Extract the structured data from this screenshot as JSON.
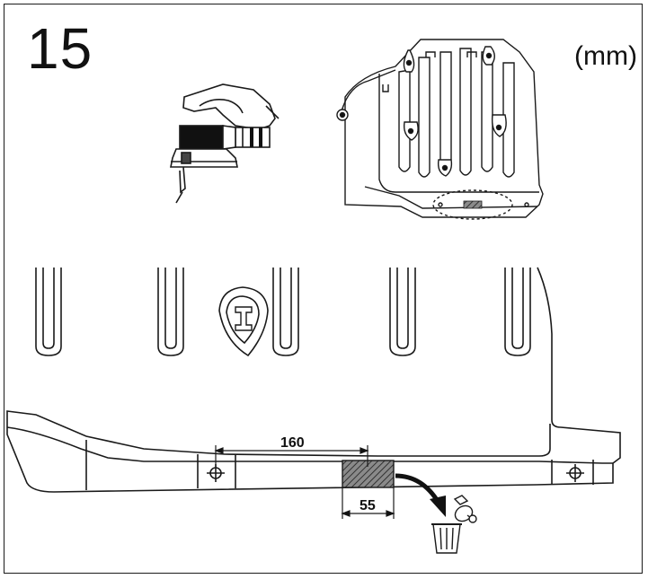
{
  "step_number": "15",
  "unit_label": "(mm)",
  "dimensions": {
    "cut_offset": "160",
    "cut_width": "55"
  },
  "colors": {
    "line": "#1a1a1a",
    "hatch": "#555555",
    "background": "#ffffff"
  },
  "icons": [
    "jigsaw-tool-icon",
    "trash-bin-icon",
    "removal-arrow-icon",
    "screw-clip-icon"
  ]
}
